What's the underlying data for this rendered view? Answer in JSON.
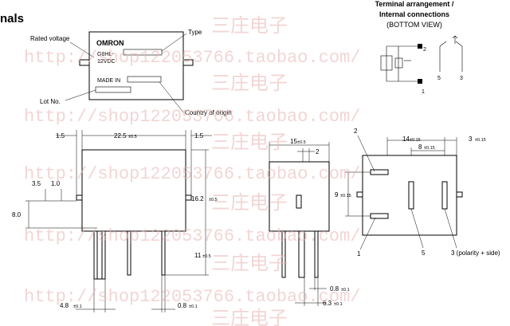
{
  "section_title": "nals",
  "terminal_view": {
    "title_line1": "Terminal arrangement /",
    "title_line2": "Internal connections",
    "subtitle": "(BOTTOM VIEW)",
    "pin_labels": [
      "1",
      "2",
      "5",
      "3"
    ]
  },
  "relay_label": {
    "brand": "OMRON",
    "model_line1": "G8HL-",
    "model_line2": "12VDC",
    "made_in": "MADE IN"
  },
  "callouts": {
    "rated_voltage": "Rated voltage",
    "type": "Type",
    "lot_no": "Lot No.",
    "country_of_origin": "Country of origin"
  },
  "front_view": {
    "dim_left": "1.5",
    "dim_width": "22.5",
    "dim_width_tol": "±0.5",
    "dim_right": "1.5",
    "dim_3_5": "3.5",
    "dim_1_0": "1.0",
    "dim_8_0": "8.0",
    "dim_height": "16.2",
    "dim_height_tol": "±0.5",
    "dim_pin": "11",
    "dim_pin_tol": "±0.5",
    "dim_4_8": "4.8",
    "dim_4_8_tol": "±0.1",
    "dim_0_8": "0.8",
    "dim_0_8_tol": "±0.1"
  },
  "side_view": {
    "dim_width": "15",
    "dim_width_tol": "±0.5",
    "dim_2": "2",
    "dim_0_8": "0.8",
    "dim_0_8_tol": "±0.1",
    "dim_6_3": "6.3",
    "dim_6_3_tol": "±0.1"
  },
  "bottom_view": {
    "dim_14": "14",
    "dim_14_tol": "±0.15",
    "dim_8": "8",
    "dim_8_tol": "±0.15",
    "dim_3": "3",
    "dim_3_tol": "±0.15",
    "dim_9": "9",
    "dim_9_tol": "±0.15",
    "label_2": "2",
    "label_1": "1",
    "label_5": "5",
    "label_3": "3 (polarity + side)"
  },
  "watermark": {
    "cn_text": "三庄电子",
    "url_text": "http://shop122053766.taobao.com/"
  },
  "colors": {
    "watermark": "#e8b4b4",
    "line": "#000000"
  }
}
